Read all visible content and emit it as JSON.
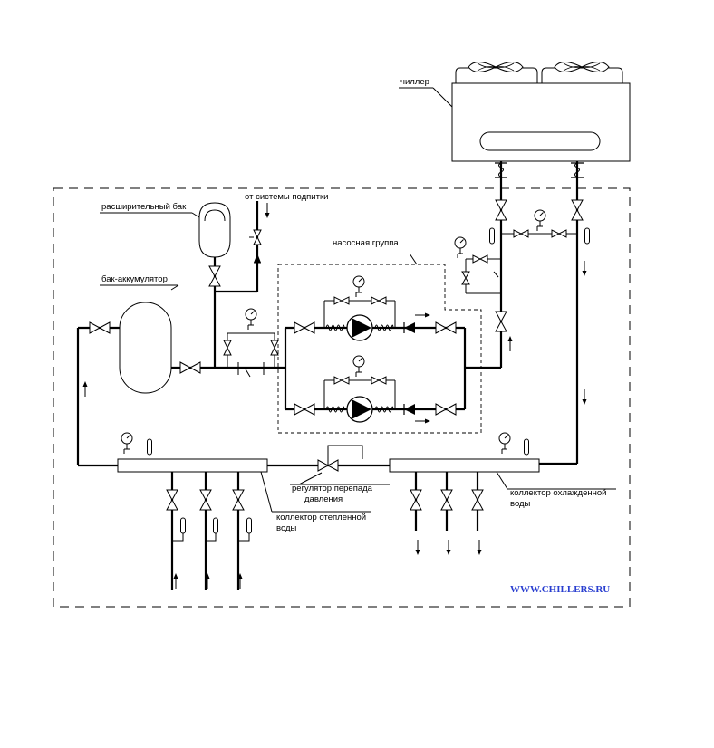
{
  "labels": {
    "chiller": "чиллер",
    "expansion_tank": "расширительный бак",
    "makeup": "от системы подпитки",
    "accumulator": "бак-аккумулятор",
    "pump_group": "насосная группа",
    "diff_regulator_1": "регулятор перепада",
    "diff_regulator_2": "давления",
    "warm_collector_1": "коллектор отепленной",
    "warm_collector_2": "воды",
    "cold_collector_1": "коллектор охлажденной",
    "cold_collector_2": "воды"
  },
  "watermark": "WWW.CHILLERS.RU",
  "colors": {
    "line": "#000000",
    "watermark": "#2a3fd0",
    "background": "#ffffff"
  },
  "icons": [
    "gate-valve-icon",
    "check-valve-icon",
    "pump-icon",
    "pressure-gauge-icon",
    "thermometer-icon",
    "flow-arrow-icon",
    "fan-icon",
    "vibration-insert-icon"
  ]
}
